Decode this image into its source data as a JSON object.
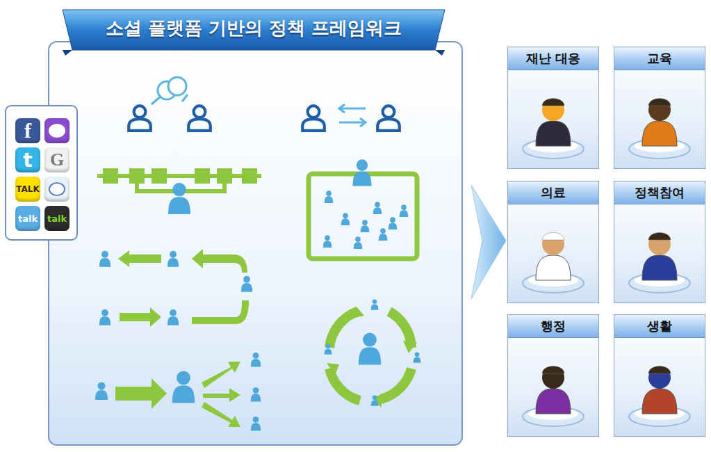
{
  "diagram": {
    "title": "소셜 플랫폼 기반의 정책 프레임워크",
    "nodes": [
      {
        "text": [
          "재난 대응"
        ]
      },
      {
        "text": [
          "교육"
        ]
      },
      {
        "text": [
          "의료"
        ]
      },
      {
        "text": [
          "정책참여"
        ]
      },
      {
        "text": [
          "행정"
        ]
      },
      {
        "text": [
          "생활"
        ]
      }
    ],
    "labels": [
      "f",
      "t",
      "G",
      "TALK",
      "talk",
      "talk"
    ]
  }
}
